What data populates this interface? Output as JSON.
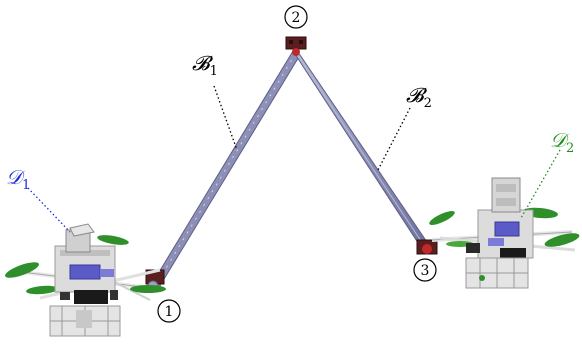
{
  "labels": {
    "B1": {
      "main": "𝓑",
      "sub": "1"
    },
    "B2": {
      "main": "𝓑",
      "sub": "2"
    },
    "D1": {
      "main": "𝒟",
      "sub": "1"
    },
    "D2": {
      "main": "𝒟",
      "sub": "2"
    }
  },
  "joints": {
    "j1": "1",
    "j2": "2",
    "j3": "3"
  },
  "colors": {
    "link": "#8d8fb6",
    "link_edge": "#5c5f86",
    "joint_dark": "#5a1e1e",
    "joint_red": "#c0282b",
    "propeller": "#2f8f2a",
    "frame": "#d8d8d8",
    "motor": "#1a1a1a",
    "battery": "#5b5bc8",
    "d1_label": "#1f2bd6",
    "d2_label": "#1f8f1f",
    "annotation": "#000000"
  }
}
